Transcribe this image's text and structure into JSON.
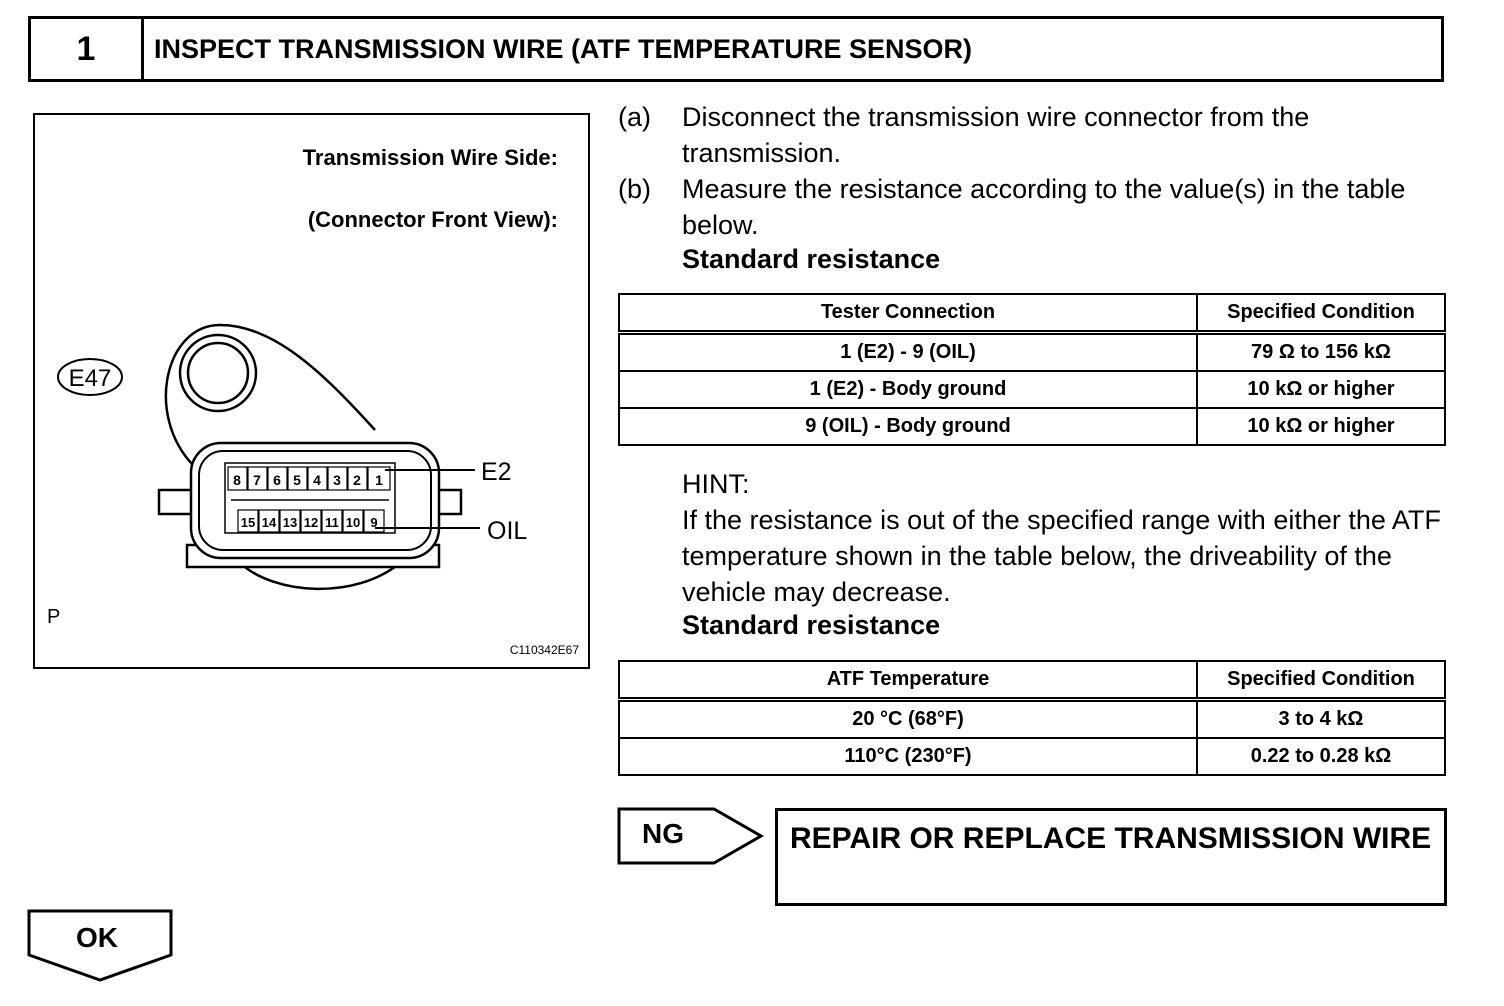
{
  "header": {
    "step_number": "1",
    "title": "INSPECT TRANSMISSION WIRE (ATF TEMPERATURE SENSOR)"
  },
  "figure": {
    "side_label": "Transmission Wire Side:",
    "view_label": "(Connector Front View):",
    "connector_id": "E47",
    "top_row_pins": [
      "8",
      "7",
      "6",
      "5",
      "4",
      "3",
      "2",
      "1"
    ],
    "bottom_row_pins": [
      "15",
      "14",
      "13",
      "12",
      "11",
      "10",
      "9"
    ],
    "pin1_callout": "E2",
    "pin9_callout": "OIL",
    "corner_letter": "P",
    "figure_code": "C110342E67"
  },
  "steps": [
    {
      "letter": "(a)",
      "text": "Disconnect the transmission wire connector from the transmission."
    },
    {
      "letter": "(b)",
      "text": "Measure the resistance according to the value(s) in the table below."
    }
  ],
  "standard_resistance_label": "Standard resistance",
  "table1": {
    "headers": [
      "Tester Connection",
      "Specified Condition"
    ],
    "rows": [
      [
        "1 (E2) - 9 (OIL)",
        "79 Ω to 156 kΩ"
      ],
      [
        "1 (E2) - Body ground",
        "10 kΩ or higher"
      ],
      [
        "9 (OIL) - Body ground",
        "10 kΩ or higher"
      ]
    ]
  },
  "hint": {
    "label": "HINT:",
    "text": "If the resistance is out of the specified range with either the ATF temperature shown in the table below, the driveability of the vehicle may decrease.",
    "standard_label": "Standard resistance"
  },
  "table2": {
    "headers": [
      "ATF Temperature",
      "Specified Condition"
    ],
    "rows": [
      [
        "20 °C (68°F)",
        "3 to 4 kΩ"
      ],
      [
        "110°C (230°F)",
        "0.22 to 0.28 kΩ"
      ]
    ]
  },
  "ng": {
    "label": "NG",
    "action": "REPAIR OR REPLACE TRANSMISSION WIRE"
  },
  "ok": {
    "label": "OK"
  }
}
